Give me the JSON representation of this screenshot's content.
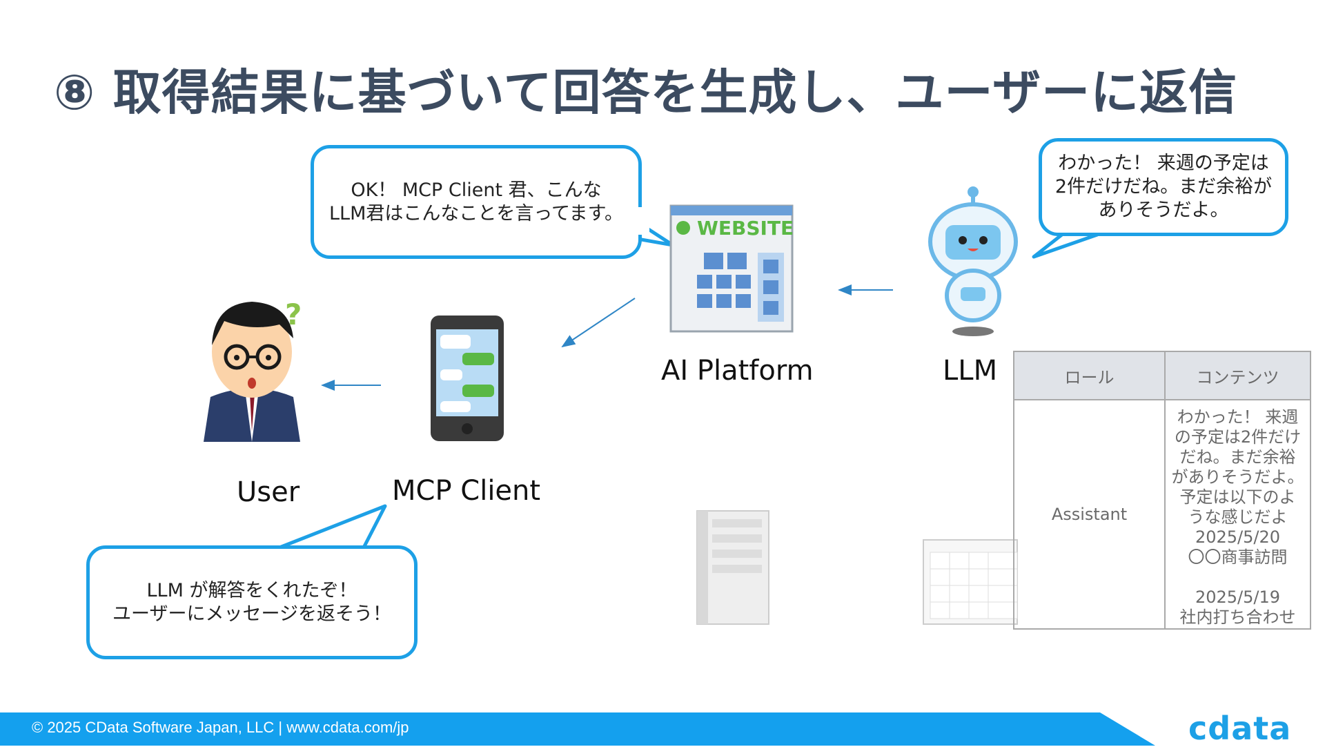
{
  "title": "⑧ 取得結果に基づいて回答を生成し、ユーザーに返信",
  "bubbles": {
    "platform": [
      "OK！ MCP Client 君、こんな",
      "LLM君はこんなことを言ってます。"
    ],
    "llm": [
      "わかった！ 来週の予定は",
      "2件だけだね。まだ余裕が",
      "ありそうだよ。"
    ],
    "client": [
      "LLM が解答をくれたぞ！",
      "ユーザーにメッセージを返そう！"
    ]
  },
  "labels": {
    "user": "User",
    "mcp_client": "MCP Client",
    "ai_platform": "AI Platform",
    "llm": "LLM"
  },
  "website_logo": "WEBSITE",
  "table": {
    "headers": [
      "ロール",
      "コンテンツ"
    ],
    "rows": [
      {
        "role": "Assistant",
        "content": [
          "わかった！ 来週",
          "の予定は2件だけ",
          "だね。まだ余裕",
          "がありそうだよ。",
          "予定は以下のよ",
          "うな感じだよ",
          "2025/5/20",
          "〇〇商事訪問",
          "",
          "2025/5/19",
          "社内打ち合わせ"
        ]
      }
    ]
  },
  "footer": {
    "text": "© 2025 CData Software Japan, LLC |  www.cdata.com/jp",
    "logo": "cdata"
  },
  "colors": {
    "accent": "#1da0e6",
    "title": "#3c4b60",
    "footer": "#14a0ee"
  }
}
